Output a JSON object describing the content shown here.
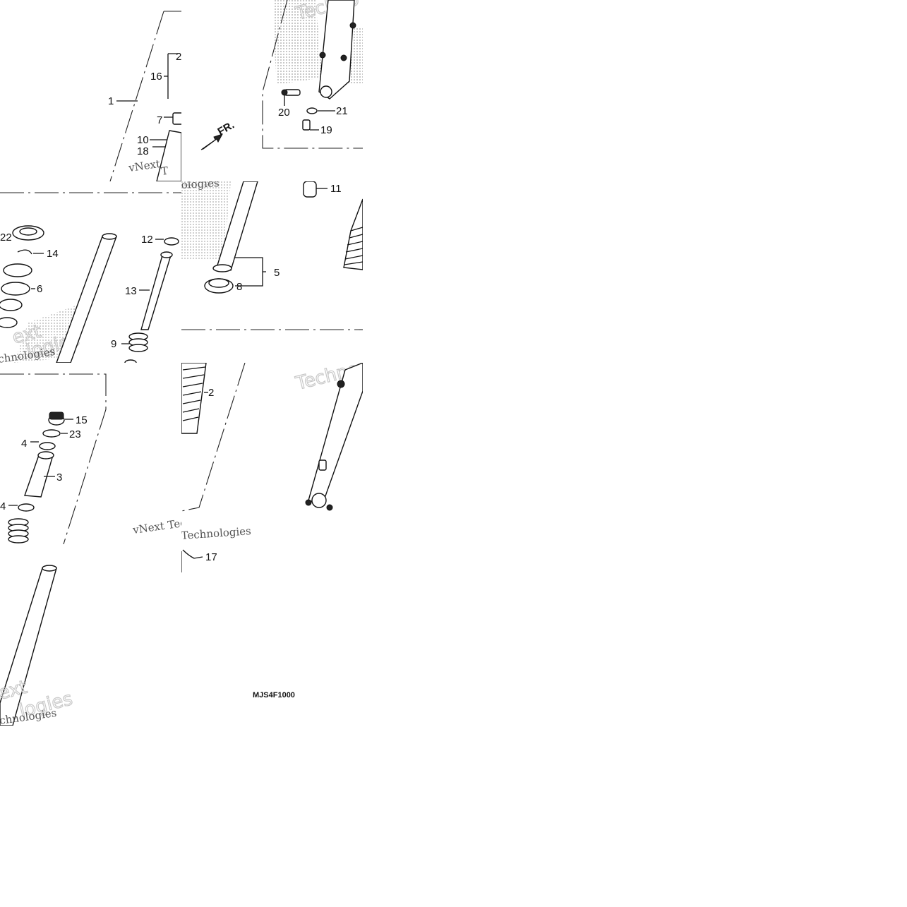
{
  "diagram": {
    "code": "MJS4F1000",
    "direction_label": "FR.",
    "watermark": {
      "line1": "vNext",
      "line2": "Technologies",
      "big1": "Techno",
      "big2": "vNext"
    },
    "callouts": [
      {
        "id": "1",
        "label": "1"
      },
      {
        "id": "2",
        "label": "2"
      },
      {
        "id": "3",
        "label": "3"
      },
      {
        "id": "4",
        "label": "4"
      },
      {
        "id": "5",
        "label": "5"
      },
      {
        "id": "6",
        "label": "6"
      },
      {
        "id": "7",
        "label": "7"
      },
      {
        "id": "8",
        "label": "8"
      },
      {
        "id": "9",
        "label": "9"
      },
      {
        "id": "10",
        "label": "10"
      },
      {
        "id": "11",
        "label": "11"
      },
      {
        "id": "12",
        "label": "12"
      },
      {
        "id": "13",
        "label": "13"
      },
      {
        "id": "14",
        "label": "14"
      },
      {
        "id": "15",
        "label": "15"
      },
      {
        "id": "16",
        "label": "16"
      },
      {
        "id": "17",
        "label": "17"
      },
      {
        "id": "18",
        "label": "18"
      },
      {
        "id": "19",
        "label": "19"
      },
      {
        "id": "20",
        "label": "20"
      },
      {
        "id": "21",
        "label": "21"
      },
      {
        "id": "22",
        "label": "22"
      },
      {
        "id": "23",
        "label": "23"
      }
    ]
  }
}
